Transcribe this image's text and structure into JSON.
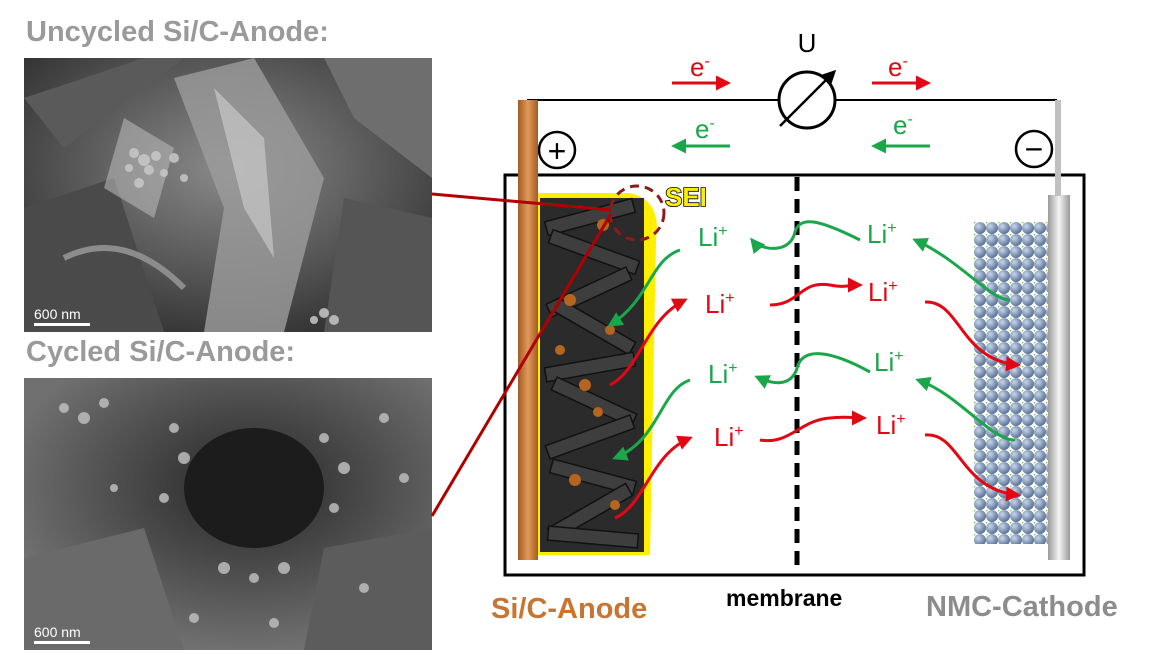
{
  "images": {
    "uncycled": {
      "title": "Uncycled Si/C-Anode:",
      "scale": "600 nm"
    },
    "cycled": {
      "title": "Cycled Si/C-Anode:",
      "scale": "600 nm"
    }
  },
  "circuit": {
    "voltage": "U",
    "electron": "e",
    "electron_sup": "-",
    "plus_symbol": "+",
    "minus_symbol": "−"
  },
  "cell": {
    "sei": "SEI",
    "ion": "Li",
    "ion_sup": "+",
    "anode": "Si/C-Anode",
    "membrane": "membrane",
    "cathode": "NMC-Cathode"
  },
  "colors": {
    "discharge": "#e30613",
    "charge": "#1aa64a",
    "copper": "#c87533",
    "sei": "#ffee00",
    "gray_label": "#8c8c8c",
    "leader": "#b00000"
  }
}
